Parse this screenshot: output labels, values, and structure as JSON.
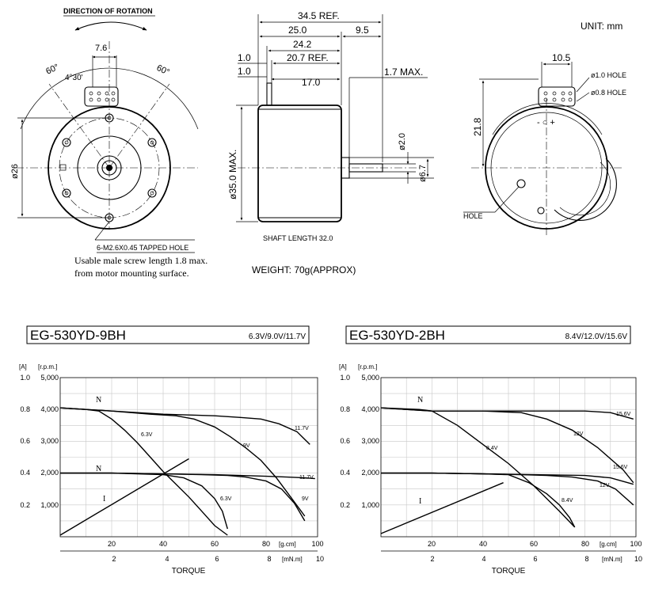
{
  "drawing": {
    "unit": "UNIT: mm",
    "direction_of_rotation": "DIRECTION OF ROTATION",
    "front": {
      "dim_7_6": "7.6",
      "angle_left": "60°",
      "angle_mid": "4°30'",
      "angle_right": "60°",
      "dia_26": "ø26",
      "tapped_hole": "6-M2.6X0.45 TAPPED HOLE",
      "note_line1": "Usable male screw length 1.8 max.",
      "note_line2": "from motor mounting surface."
    },
    "side": {
      "d_34_5": "34.5 REF.",
      "d_25_0": "25.0",
      "d_9_5": "9.5",
      "d_24_2": "24.2",
      "d_1_0a": "1.0",
      "d_20_7": "20.7 REF.",
      "d_1_0b": "1.0",
      "d_17_0": "17.0",
      "d_1_7": "1.7 MAX.",
      "d_35": "ø35.0 MAX.",
      "d_2_0": "ø2.0",
      "d_6_7": "ø6.7",
      "shaft_length": "SHAFT LENGTH 32.0",
      "weight": "WEIGHT: 70g(APPROX)"
    },
    "rear": {
      "d_10_5": "10.5",
      "hole_1_0": "ø1.0 HOLE",
      "hole_0_8": "ø0.8 HOLE",
      "d_21_8": "21.8",
      "hole": "HOLE",
      "polarity": "- ○ +"
    }
  },
  "charts": [
    {
      "title": "EG-530YD-9BH",
      "voltages": "6.3V/9.0V/11.7V",
      "left_unit_a": "[A]",
      "left_unit_rpm": "[r.p.m.]",
      "amp_ticks": [
        "1.0",
        "0.8",
        "0.6",
        "0.4",
        "0.2"
      ],
      "rpm_ticks": [
        "5,000",
        "4,000",
        "3,000",
        "2,000",
        "1,000"
      ],
      "gcm_ticks": [
        "20",
        "40",
        "60",
        "80",
        "100"
      ],
      "gcm_unit": "[g.cm]",
      "mnm_ticks": [
        "2",
        "4",
        "6",
        "8",
        "10"
      ],
      "mnm_unit": "[mN.m]",
      "xlabel": "TORQUE",
      "curve_labels": [
        "N",
        "N",
        "I",
        "6.3V",
        "9V",
        "11.7V",
        "6.3V",
        "9V",
        "11.7V"
      ]
    },
    {
      "title": "EG-530YD-2BH",
      "voltages": "8.4V/12.0V/15.6V",
      "left_unit_a": "[A]",
      "left_unit_rpm": "[r.p.m.]",
      "amp_ticks": [
        "1.0",
        "0.8",
        "0.6",
        "0.4",
        "0.2"
      ],
      "rpm_ticks": [
        "5,000",
        "4,000",
        "3,000",
        "2,000",
        "1,000"
      ],
      "gcm_ticks": [
        "20",
        "40",
        "60",
        "80",
        "100"
      ],
      "gcm_unit": "[g.cm]",
      "mnm_ticks": [
        "2",
        "4",
        "6",
        "8",
        "10"
      ],
      "mnm_unit": "[mN.m]",
      "xlabel": "TORQUE",
      "curve_labels": [
        "N",
        "I",
        "8.4V",
        "12V",
        "15.6V",
        "15.6V",
        "12V",
        "8.4V"
      ]
    }
  ],
  "chart_data": [
    {
      "type": "line",
      "title": "EG-530YD-9BH",
      "xlabel": "TORQUE",
      "xunit": "g.cm",
      "xlim": [
        0,
        100
      ],
      "ylim_rpm": [
        0,
        5000
      ],
      "ylim_amp": [
        0,
        1.0
      ],
      "grid": true,
      "series": [
        {
          "name": "6.3V",
          "kind": "speed",
          "x": [
            0,
            10,
            15,
            20,
            25,
            30,
            35,
            40,
            45,
            50,
            55,
            60,
            65
          ],
          "y": [
            4050,
            4000,
            3950,
            3700,
            3350,
            2950,
            2500,
            2050,
            1650,
            1250,
            800,
            350,
            50
          ]
        },
        {
          "name": "9V",
          "kind": "speed",
          "x": [
            0,
            20,
            35,
            45,
            52,
            60,
            66,
            72,
            78,
            84,
            90,
            95
          ],
          "y": [
            4050,
            3950,
            3850,
            3800,
            3700,
            3450,
            3150,
            2800,
            2400,
            1850,
            1200,
            650
          ]
        },
        {
          "name": "11.7V",
          "kind": "speed",
          "x": [
            0,
            20,
            40,
            60,
            70,
            78,
            85,
            92,
            97
          ],
          "y": [
            4050,
            3950,
            3850,
            3800,
            3750,
            3700,
            3550,
            3300,
            2900
          ]
        },
        {
          "name": "6.3V",
          "kind": "current",
          "x": [
            0,
            20,
            40,
            48,
            55,
            60,
            63,
            65
          ],
          "y": [
            0.4,
            0.4,
            0.39,
            0.37,
            0.32,
            0.24,
            0.16,
            0.05
          ]
        },
        {
          "name": "9V",
          "kind": "current",
          "x": [
            0,
            20,
            40,
            55,
            65,
            72,
            80,
            86,
            91,
            95
          ],
          "y": [
            0.4,
            0.4,
            0.395,
            0.39,
            0.385,
            0.375,
            0.35,
            0.3,
            0.21,
            0.1
          ]
        },
        {
          "name": "11.7V",
          "kind": "current",
          "x": [
            0,
            20,
            40,
            60,
            70,
            80,
            88,
            95,
            99
          ],
          "y": [
            0.4,
            0.4,
            0.395,
            0.39,
            0.385,
            0.38,
            0.375,
            0.37,
            0.365
          ]
        },
        {
          "name": "I",
          "kind": "current",
          "x": [
            0,
            50
          ],
          "y": [
            0.01,
            0.49
          ]
        }
      ]
    },
    {
      "type": "line",
      "title": "EG-530YD-2BH",
      "xlabel": "TORQUE",
      "xunit": "g.cm",
      "xlim": [
        0,
        100
      ],
      "ylim_rpm": [
        0,
        5000
      ],
      "ylim_amp": [
        0,
        1.0
      ],
      "grid": true,
      "series": [
        {
          "name": "8.4V",
          "kind": "speed",
          "x": [
            0,
            15,
            20,
            30,
            40,
            50,
            60,
            70,
            76
          ],
          "y": [
            4050,
            4000,
            3950,
            3500,
            2900,
            2300,
            1600,
            800,
            300
          ]
        },
        {
          "name": "12V",
          "kind": "speed",
          "x": [
            0,
            20,
            40,
            55,
            65,
            75,
            85,
            95,
            99
          ],
          "y": [
            4050,
            3950,
            3950,
            3900,
            3700,
            3350,
            2800,
            2100,
            1700
          ]
        },
        {
          "name": "15.6V",
          "kind": "speed",
          "x": [
            0,
            20,
            40,
            60,
            80,
            90,
            99
          ],
          "y": [
            4050,
            3950,
            3950,
            3950,
            3950,
            3900,
            3700
          ]
        },
        {
          "name": "8.4V",
          "kind": "current",
          "x": [
            0,
            20,
            40,
            50,
            58,
            65,
            70,
            74,
            76
          ],
          "y": [
            0.4,
            0.4,
            0.395,
            0.39,
            0.34,
            0.27,
            0.2,
            0.12,
            0.06
          ]
        },
        {
          "name": "12V",
          "kind": "current",
          "x": [
            0,
            20,
            40,
            55,
            65,
            75,
            85,
            92,
            99
          ],
          "y": [
            0.4,
            0.4,
            0.395,
            0.39,
            0.385,
            0.375,
            0.35,
            0.3,
            0.2
          ]
        },
        {
          "name": "15.6V",
          "kind": "current",
          "x": [
            0,
            20,
            40,
            60,
            80,
            90,
            99
          ],
          "y": [
            0.4,
            0.4,
            0.395,
            0.39,
            0.385,
            0.37,
            0.33
          ]
        },
        {
          "name": "I",
          "kind": "current",
          "x": [
            0,
            48
          ],
          "y": [
            0.02,
            0.34
          ]
        }
      ]
    }
  ]
}
